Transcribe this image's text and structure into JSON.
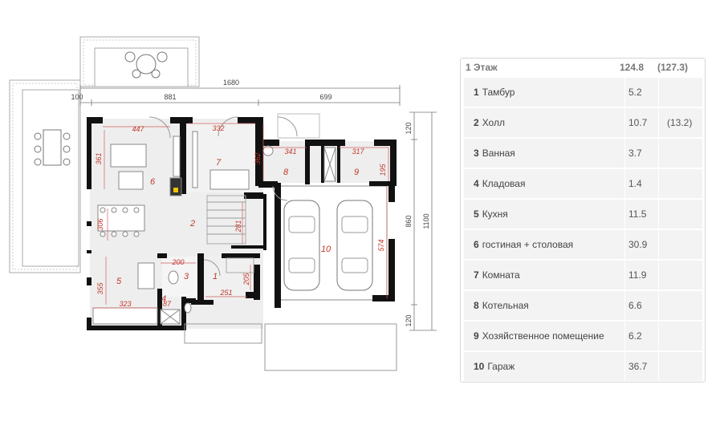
{
  "plan": {
    "dimensions": {
      "total_width": "1680",
      "seg_left": "100",
      "seg_mid": "881",
      "seg_right": "699",
      "height_total": "1100",
      "height_mid": "860",
      "height_top": "120",
      "height_bottom": "120",
      "garage_height": "574"
    },
    "rooms": [
      {
        "num": "1"
      },
      {
        "num": "2"
      },
      {
        "num": "3"
      },
      {
        "num": "4"
      },
      {
        "num": "5"
      },
      {
        "num": "6"
      },
      {
        "num": "7"
      },
      {
        "num": "8"
      },
      {
        "num": "9"
      },
      {
        "num": "10"
      }
    ],
    "measurements": [
      "447",
      "332",
      "341",
      "317",
      "361",
      "362",
      "195",
      "306",
      "281",
      "200",
      "205",
      "251",
      "355",
      "323",
      "87"
    ]
  },
  "table": {
    "header": {
      "label": "1 Этаж",
      "total": "124.8",
      "total_extra": "(127.3)"
    },
    "rows": [
      {
        "num": "1",
        "name": "Тамбур",
        "area": "5.2",
        "extra": ""
      },
      {
        "num": "2",
        "name": "Холл",
        "area": "10.7",
        "extra": "(13.2)"
      },
      {
        "num": "3",
        "name": "Ванная",
        "area": "3.7",
        "extra": ""
      },
      {
        "num": "4",
        "name": "Кладовая",
        "area": "1.4",
        "extra": ""
      },
      {
        "num": "5",
        "name": "Кухня",
        "area": "11.5",
        "extra": ""
      },
      {
        "num": "6",
        "name": "гостиная + столовая",
        "area": "30.9",
        "extra": ""
      },
      {
        "num": "7",
        "name": "Комната",
        "area": "11.9",
        "extra": ""
      },
      {
        "num": "8",
        "name": "Котельная",
        "area": "6.6",
        "extra": ""
      },
      {
        "num": "9",
        "name": "Хозяйственное помещение",
        "area": "6.2",
        "extra": ""
      },
      {
        "num": "10",
        "name": "Гараж",
        "area": "36.7",
        "extra": ""
      }
    ]
  }
}
